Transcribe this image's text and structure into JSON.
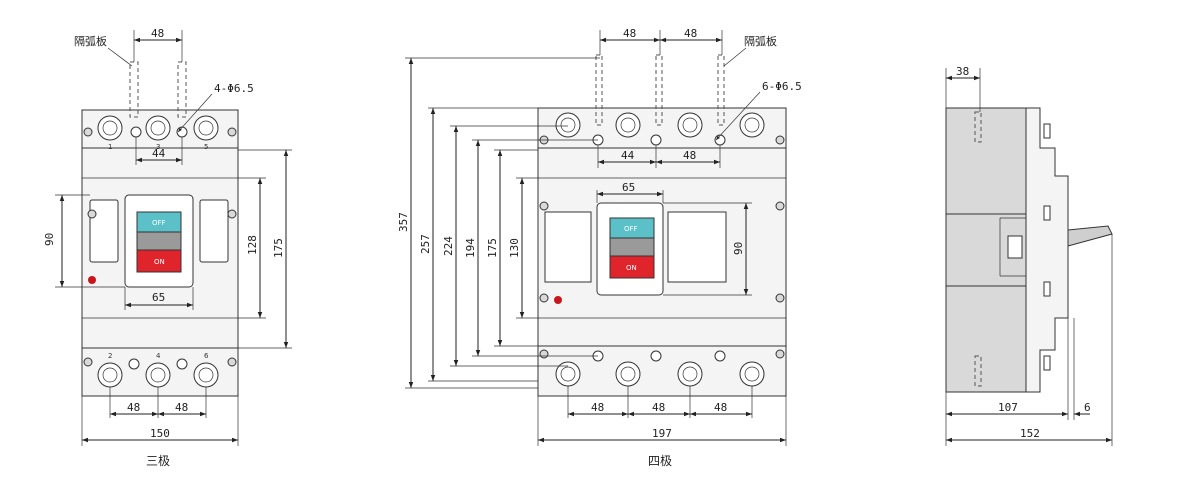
{
  "colors": {
    "off_button": "#5bc0c8",
    "on_button": "#e0242b",
    "mid_button": "#9a9a9a",
    "indicator": "#c8161d"
  },
  "three_pole": {
    "caption": "三极",
    "arc_barrier": "隔弧板",
    "hole_spec": "4-Φ6.5",
    "dim_top_48": "48",
    "dim_44": "44",
    "dim_90": "90",
    "dim_128": "128",
    "dim_175": "175",
    "dim_65": "65",
    "dim_bottom_48a": "48",
    "dim_bottom_48b": "48",
    "dim_150": "150",
    "terminal_1": "1",
    "terminal_3": "3",
    "terminal_5": "5",
    "terminal_2": "2",
    "terminal_4": "4",
    "terminal_6": "6",
    "off_label": "OFF",
    "on_label": "ON"
  },
  "four_pole": {
    "caption": "四极",
    "arc_barrier": "隔弧板",
    "hole_spec": "6-Φ6.5",
    "dim_top_48a": "48",
    "dim_top_48b": "48",
    "dim_44": "44",
    "dim_48": "48",
    "dim_65": "65",
    "dim_90": "90",
    "dim_357": "357",
    "dim_257": "257",
    "dim_224": "224",
    "dim_194": "194",
    "dim_175": "175",
    "dim_130": "130",
    "dim_bottom_48a": "48",
    "dim_bottom_48b": "48",
    "dim_bottom_48c": "48",
    "dim_197": "197",
    "off_label": "OFF",
    "on_label": "ON"
  },
  "side_view": {
    "dim_38": "38",
    "dim_107": "107",
    "dim_6": "6",
    "dim_152": "152"
  }
}
